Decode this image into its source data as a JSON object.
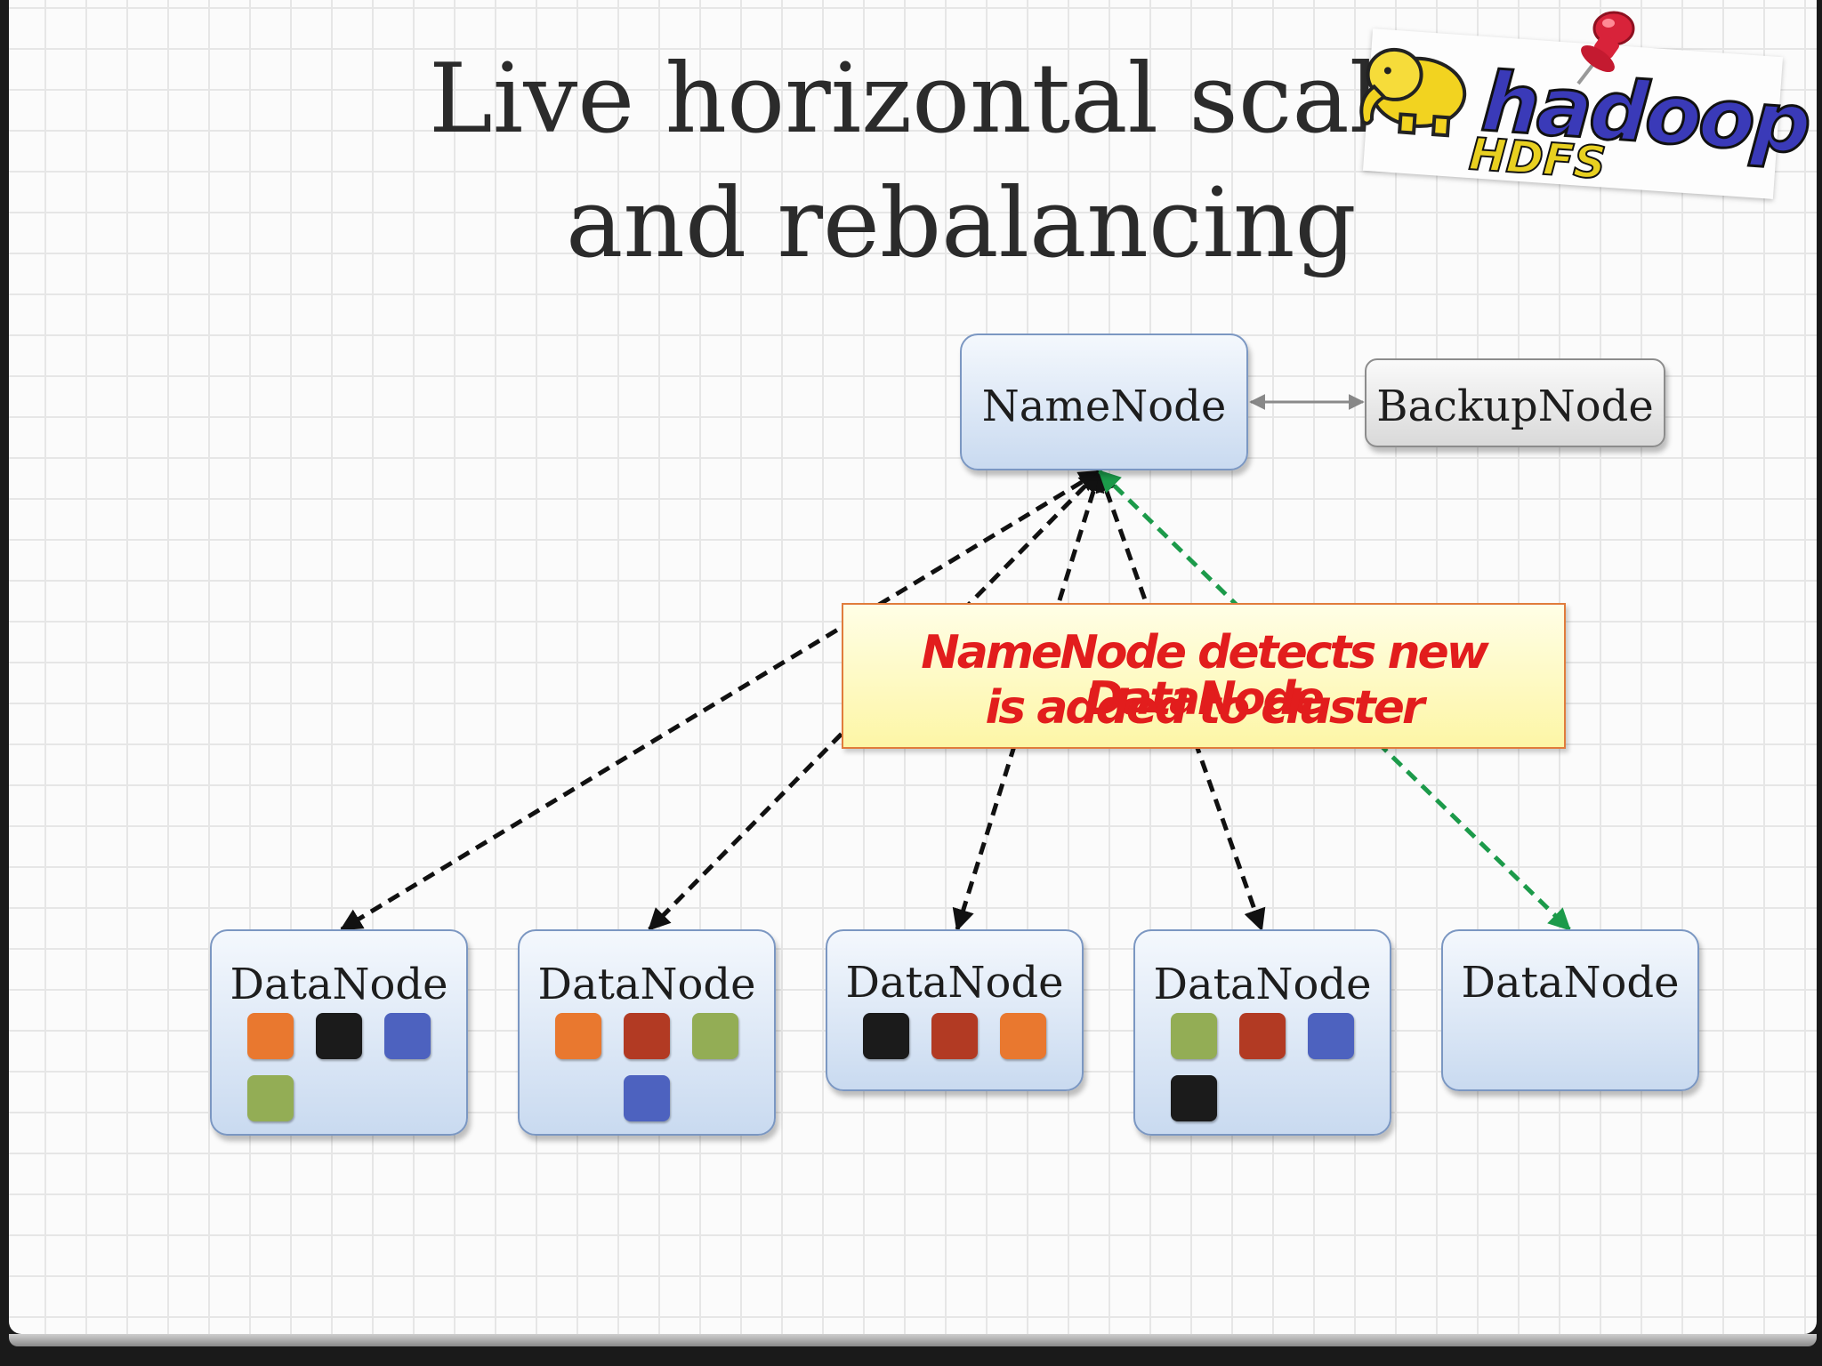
{
  "title": {
    "line1": "Live horizontal scaling",
    "line2": "and rebalancing"
  },
  "logo": {
    "main_text": "hadoop",
    "sub_text": "HDFS"
  },
  "nodes": {
    "namenode": "NameNode",
    "backupnode": "BackupNode",
    "datanodes": [
      {
        "label": "DataNode",
        "blocks": [
          "orange",
          "black",
          "blue",
          "green"
        ]
      },
      {
        "label": "DataNode",
        "blocks": [
          "orange",
          "red",
          "green",
          "blue"
        ]
      },
      {
        "label": "DataNode",
        "blocks": [
          "black",
          "red",
          "orange"
        ]
      },
      {
        "label": "DataNode",
        "blocks": [
          "green",
          "red",
          "blue",
          "black"
        ]
      },
      {
        "label": "DataNode",
        "blocks": []
      }
    ]
  },
  "callout": {
    "line1": "NameNode detects new DataNode",
    "line2": "is added to cluster"
  },
  "colors": {
    "orange": "#e9782f",
    "black": "#1b1b1b",
    "blue": "#4d62bf",
    "green": "#93ad55",
    "red": "#b23a23",
    "new_link": "#1c9a4a",
    "callout_text": "#e21d1d"
  }
}
